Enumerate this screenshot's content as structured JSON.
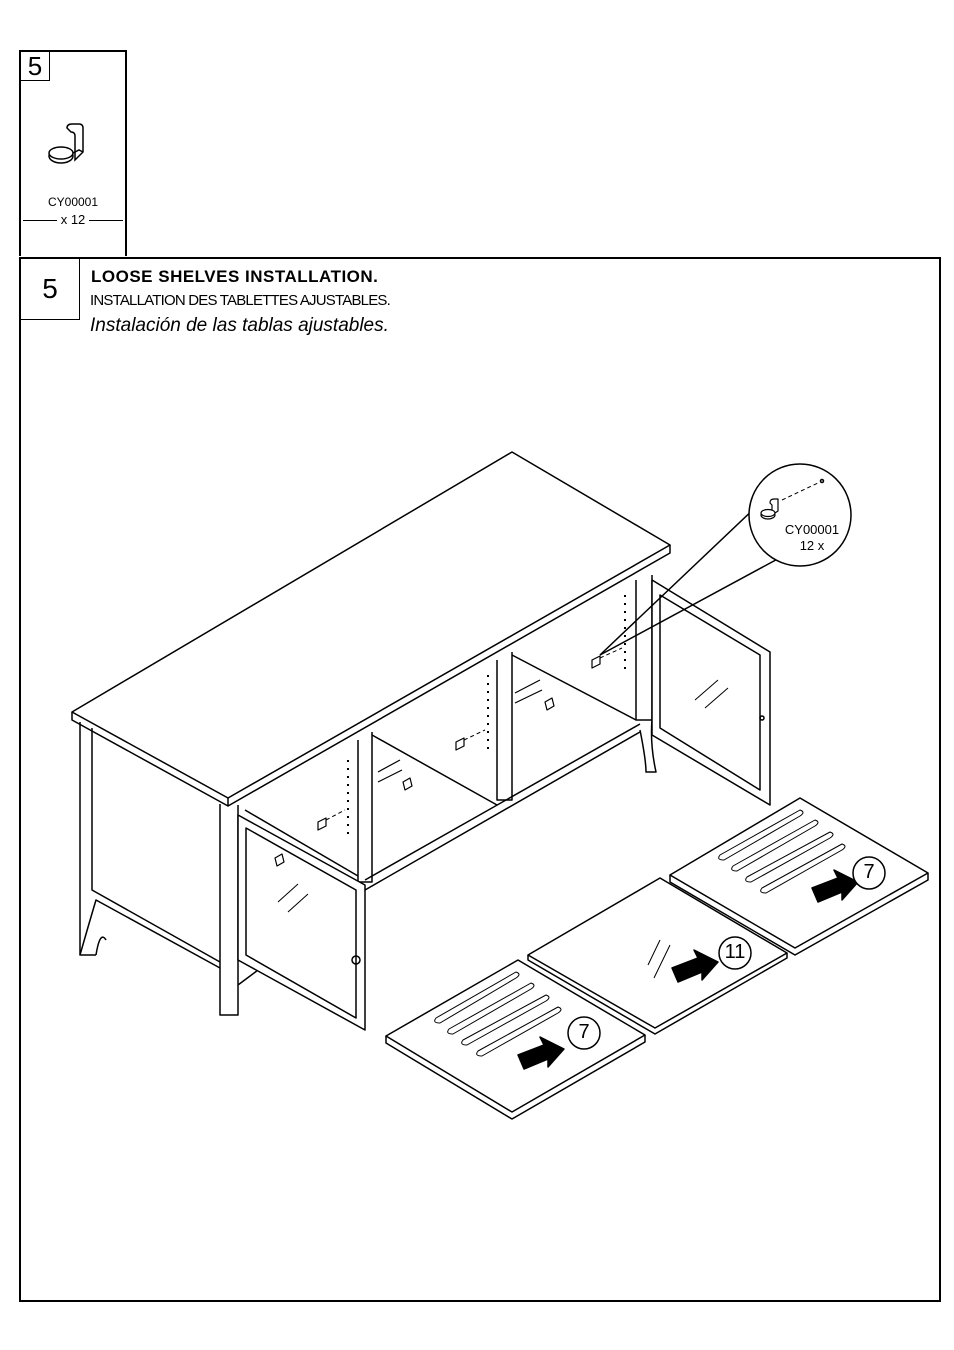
{
  "parts_box": {
    "step": "5",
    "part_code": "CY00001",
    "quantity": "x 12"
  },
  "step": {
    "number": "5",
    "title_en": "LOOSE SHELVES INSTALLATION.",
    "title_fr": "INSTALLATION DES TABLETTES AJUSTABLES.",
    "title_es": "Instalación de las  tablas ajustables."
  },
  "callout": {
    "part_code": "CY00001",
    "quantity": "12 x"
  },
  "shelves": [
    {
      "label": "7"
    },
    {
      "label": "11"
    },
    {
      "label": "7"
    }
  ]
}
